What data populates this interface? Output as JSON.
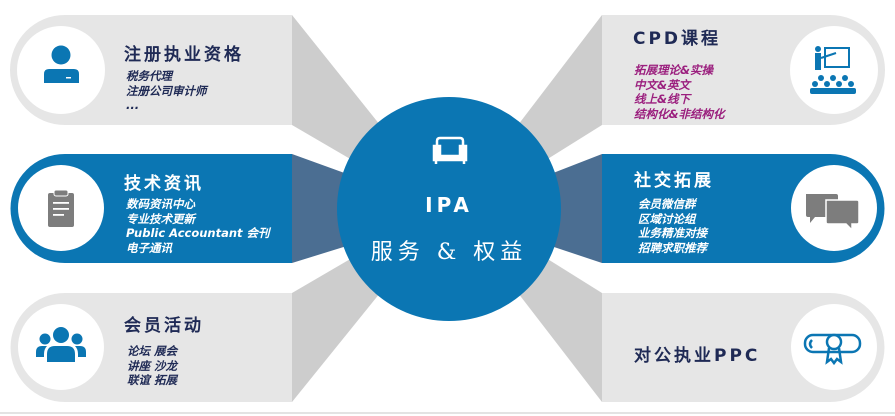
{
  "center": {
    "title": "IPA",
    "subtitle": "服务 & 权益",
    "icon": "sofa-icon"
  },
  "left_panels": [
    {
      "title": "注册执业资格",
      "items": [
        "税务代理",
        "注册公司审计师",
        "..."
      ],
      "icon": "person-icon"
    },
    {
      "title": "技术资讯",
      "items": [
        "数码资讯中心",
        "专业技术更新",
        "Public Accountant 会刊",
        "电子通讯"
      ],
      "icon": "clipboard-icon"
    },
    {
      "title": "会员活动",
      "items": [
        "论坛 展会",
        "讲座 沙龙",
        "联谊 拓展"
      ],
      "icon": "group-icon"
    }
  ],
  "right_panels": [
    {
      "title": "CPD课程",
      "items": [
        "拓展理论&实操",
        "中文&英文",
        "线上&线下",
        "结构化&非结构化"
      ],
      "icon": "presentation-icon"
    },
    {
      "title": "社交拓展",
      "items": [
        "会员微信群",
        "区域讨论组",
        "业务精准对接",
        "招聘求职推荐"
      ],
      "icon": "chat-bubbles-icon"
    },
    {
      "title": "对公执业PPC",
      "items": [],
      "icon": "certificate-icon"
    }
  ],
  "colors": {
    "blue": "#0b76b3",
    "gray_panel": "#e6e6e6",
    "connector": "#cdcdcd",
    "connector_dark": "#4b6e92",
    "text_dark": "#1f2a55",
    "purple": "#9b1f7e"
  }
}
